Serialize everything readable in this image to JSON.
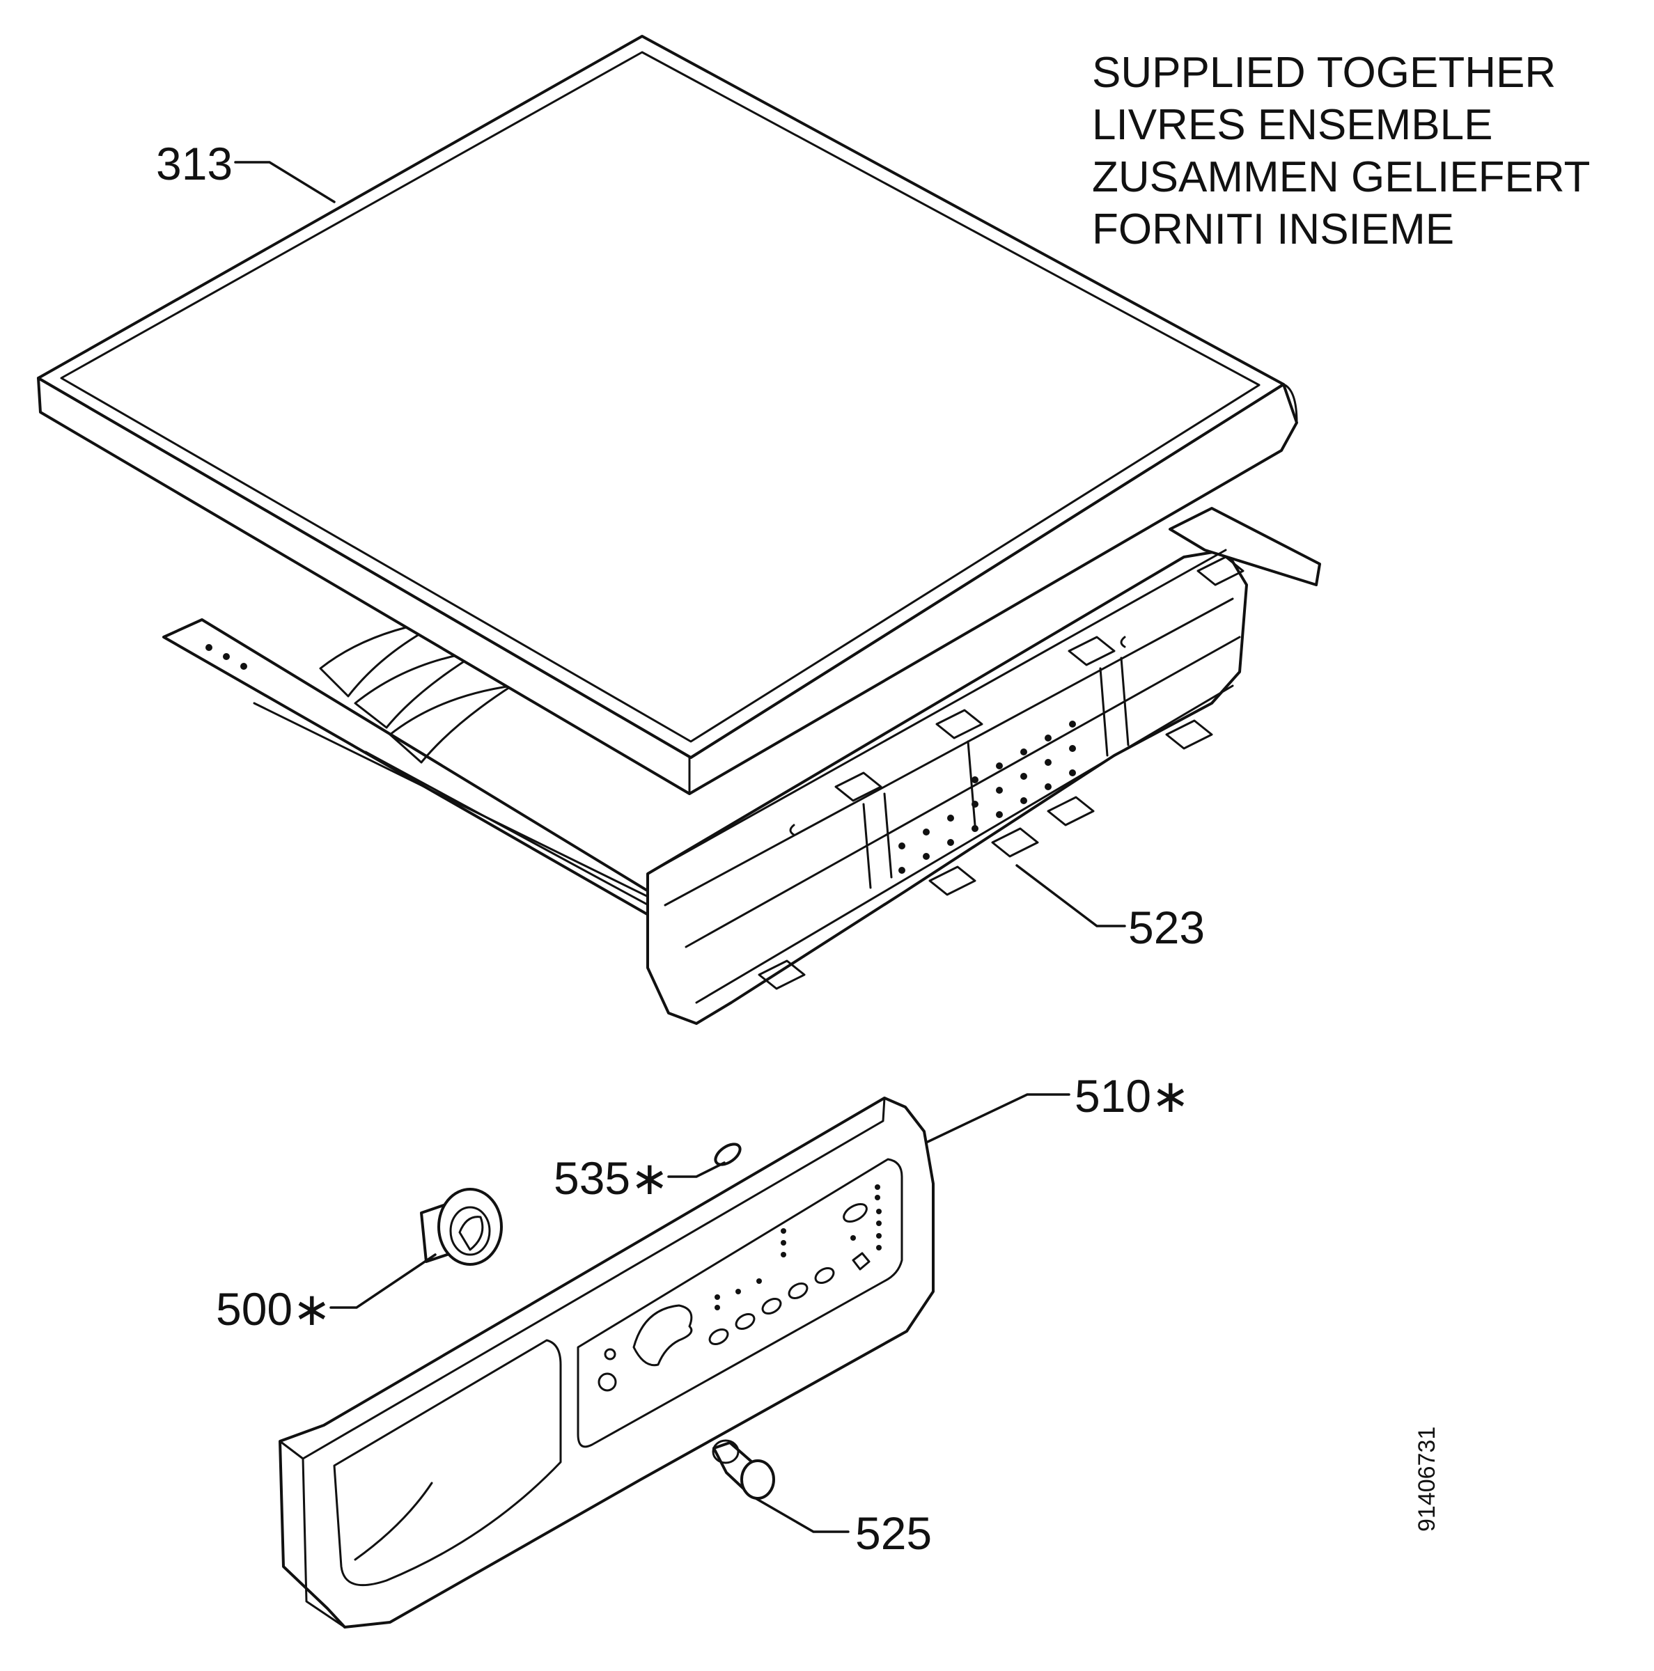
{
  "note": {
    "lines": [
      "SUPPLIED TOGETHER",
      "LIVRES ENSEMBLE",
      "ZUSAMMEN GELIEFERT",
      "FORNITI INSIEME"
    ]
  },
  "callouts": {
    "p313": "313",
    "p523": "523",
    "p510": "510∗",
    "p535": "535∗",
    "p500": "500∗",
    "p525": "525"
  },
  "document_number": "91406731",
  "colors": {
    "line": "#111111",
    "background": "#ffffff"
  }
}
